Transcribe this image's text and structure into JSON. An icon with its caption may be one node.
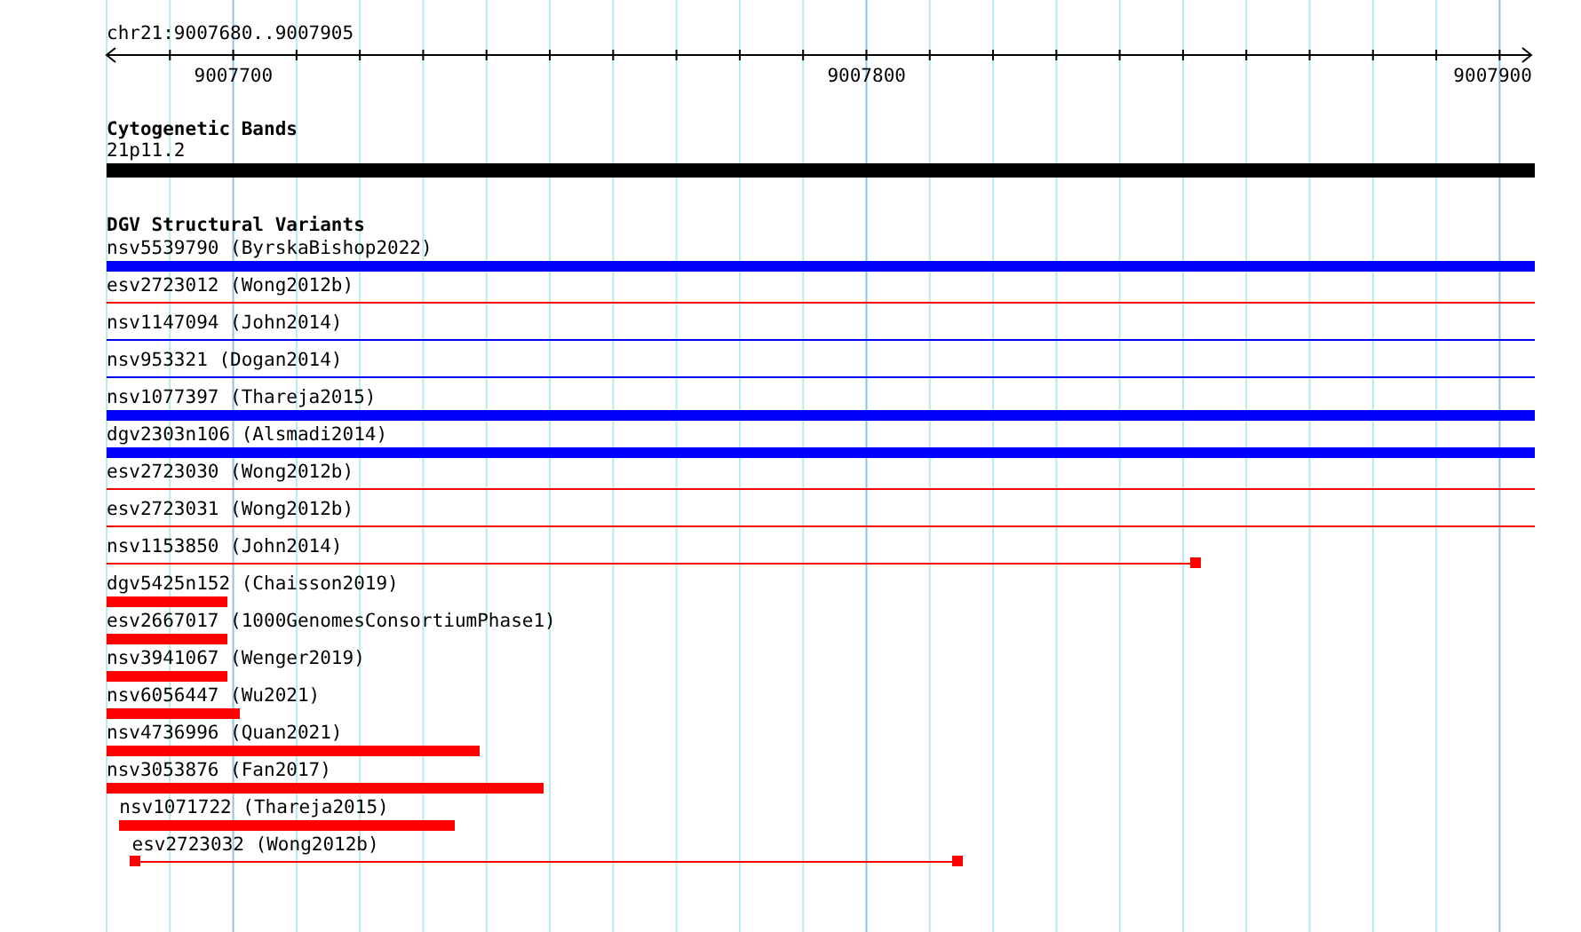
{
  "diagram": {
    "title": "chr21:9007680..9007905",
    "nodes": [
      {
        "text": [
          "21p11.2"
        ]
      },
      {
        "text": [
          "nsv5539790 (ByrskaBishop2022)"
        ]
      },
      {
        "text": [
          "esv2723012 (Wong2012b)"
        ]
      },
      {
        "text": [
          "nsv1147094 (John2014)"
        ]
      },
      {
        "text": [
          "nsv953321 (Dogan2014)"
        ]
      },
      {
        "text": [
          "nsv1077397 (Thareja2015)"
        ]
      },
      {
        "text": [
          "dgv2303n106 (Alsmadi2014)"
        ]
      },
      {
        "text": [
          "esv2723030 (Wong2012b)"
        ]
      },
      {
        "text": [
          "esv2723031 (Wong2012b)"
        ]
      },
      {
        "text": [
          "nsv1153850 (John2014)"
        ]
      },
      {
        "text": [
          "dgv5425n152 (Chaisson2019)"
        ]
      },
      {
        "text": [
          "esv2667017 (1000GenomesConsortiumPhase1)"
        ]
      },
      {
        "text": [
          "nsv3941067 (Wenger2019)"
        ]
      },
      {
        "text": [
          "nsv6056447 (Wu2021)"
        ]
      },
      {
        "text": [
          "nsv4736996 (Quan2021)"
        ]
      },
      {
        "text": [
          "nsv3053876 (Fan2017)"
        ]
      },
      {
        "text": [
          "nsv1071722 (Thareja2015)"
        ]
      },
      {
        "text": [
          "esv2723032 (Wong2012b)"
        ]
      }
    ],
    "labels": [
      "9007700",
      "9007800",
      "9007900",
      "Cytogenetic Bands",
      "DGV Structural Variants"
    ]
  }
}
